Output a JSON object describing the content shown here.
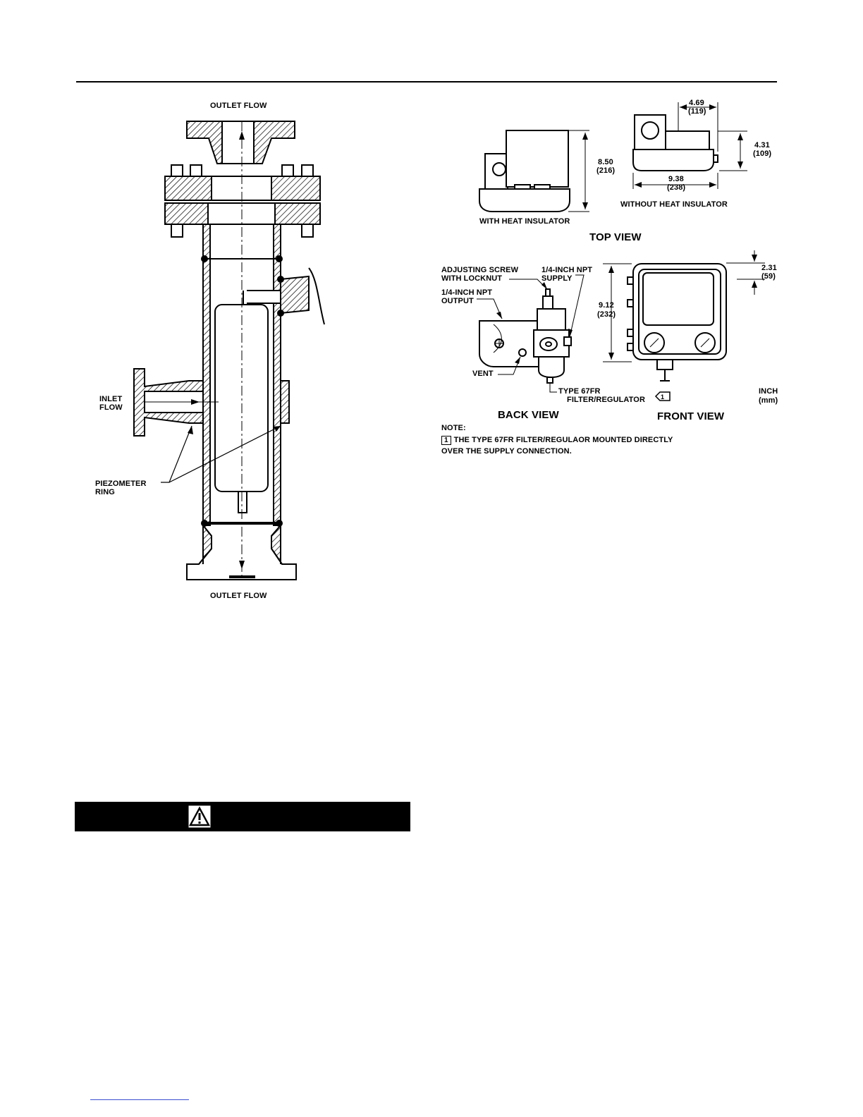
{
  "left_figure": {
    "outlet_flow_top": "OUTLET FLOW",
    "outlet_flow_bottom": "OUTLET FLOW",
    "inlet_flow_line1": "INLET",
    "inlet_flow_line2": "FLOW",
    "piezometer_line1": "PIEZOMETER",
    "piezometer_line2": "RING"
  },
  "right_figure": {
    "top_view": {
      "title": "TOP VIEW",
      "with_insulator": "WITH HEAT INSULATOR",
      "without_insulator": "WITHOUT HEAT INSULATOR",
      "dim_height_in": "8.50",
      "dim_height_mm": "(216)",
      "dim_width_in": "4.69",
      "dim_width_mm": "(119)",
      "dim_depth_in": "4.31",
      "dim_depth_mm": "(109)",
      "dim_length_in": "9.38",
      "dim_length_mm": "(238)"
    },
    "back_view": {
      "title": "BACK VIEW",
      "adjusting_line1": "ADJUSTING SCREW",
      "adjusting_line2": "WITH LOCKNUT",
      "supply_line1": "1/4-INCH NPT",
      "supply_line2": "SUPPLY",
      "output_line1": "1/4-INCH NPT",
      "output_line2": "OUTPUT",
      "vent": "VENT",
      "type_line1": "TYPE 67FR",
      "type_line2": "FILTER/REGULATOR"
    },
    "front_view": {
      "title": "FRONT VIEW",
      "dim_height_in": "9.12",
      "dim_height_mm": "(232)",
      "dim_offset_in": "2.31",
      "dim_offset_mm": "(59)"
    },
    "units_line1": "INCH",
    "units_line2": "(mm)",
    "note_heading": "NOTE:",
    "note_marker": "1",
    "note_line1": "THE TYPE 67FR FILTER/REGULAOR MOUNTED DIRECTLY",
    "note_line2": "OVER THE SUPPLY CONNECTION."
  }
}
